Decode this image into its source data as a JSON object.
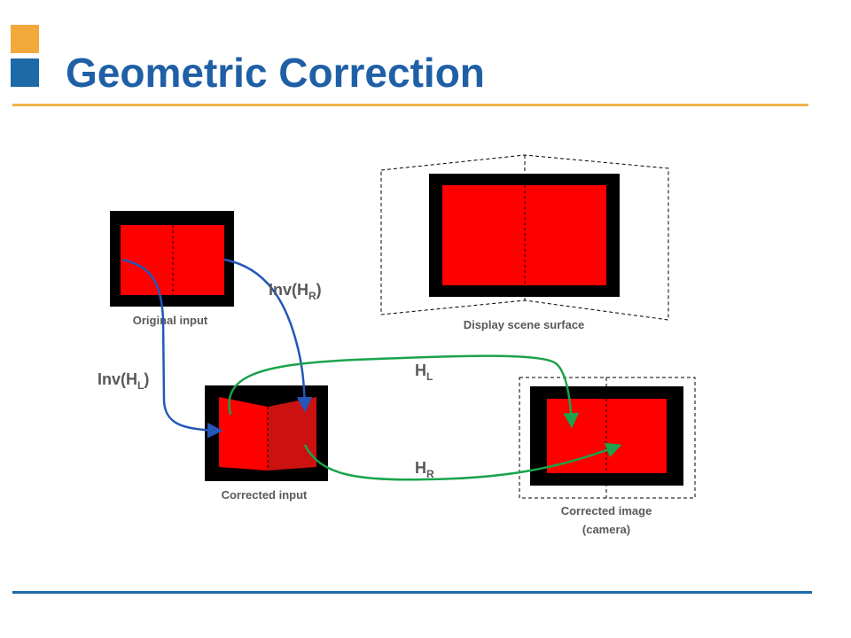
{
  "slide": {
    "title": "Geometric Correction",
    "title_color": "#1f5fa6",
    "accent_orange": "#f2a93b",
    "accent_blue": "#1c6aa8",
    "rule_top_color": "#f0b34a",
    "rule_bottom_color": "#1c6aa8"
  },
  "diagram": {
    "colors": {
      "frame": "#000000",
      "screen": "#ff0000",
      "screen_right_corrected": "#cc1111",
      "arrow_blue": "#2457b8",
      "arrow_green": "#1aa34a",
      "text": "#595959"
    },
    "captions": {
      "original_input": "Original input",
      "corrected_input": "Corrected input",
      "display_surface": "Display scene surface",
      "corrected_image_line1": "Corrected image",
      "corrected_image_line2": "(camera)"
    },
    "arrow_labels": {
      "inv_hl": {
        "base": "Inv(H",
        "sub": "L",
        "tail": ")"
      },
      "inv_hr": {
        "base": "Inv(H",
        "sub": "R",
        "tail": ")"
      },
      "hl": {
        "base": "H",
        "sub": "L"
      },
      "hr": {
        "base": "H",
        "sub": "R"
      }
    }
  }
}
